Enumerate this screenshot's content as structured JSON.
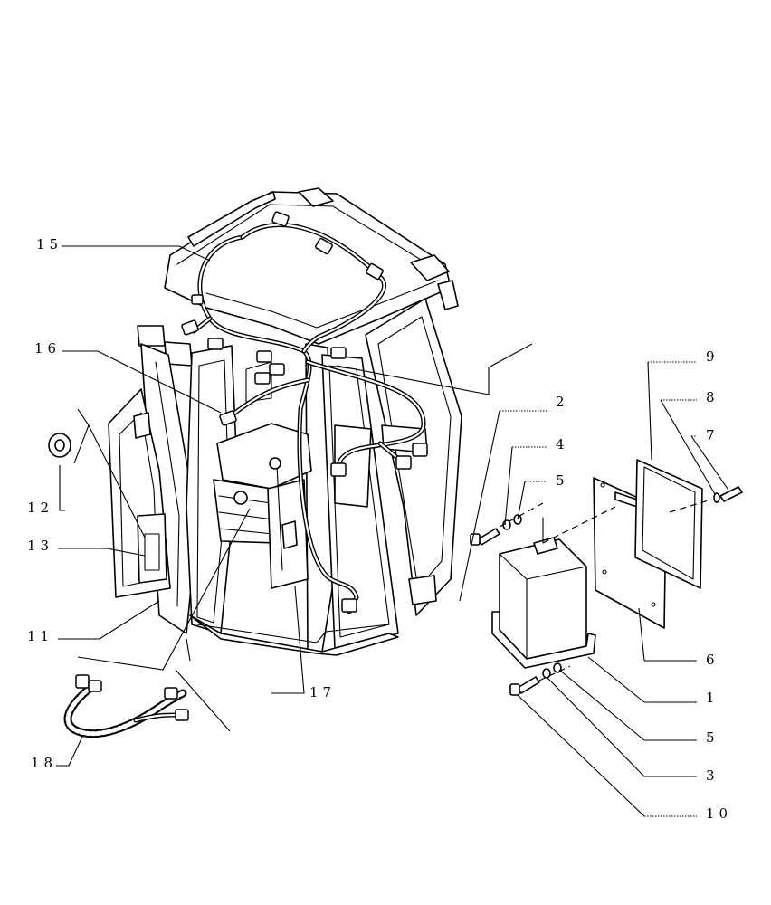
{
  "callouts": [
    {
      "id": "c1",
      "label": "1"
    },
    {
      "id": "c2",
      "label": "2"
    },
    {
      "id": "c3",
      "label": "3"
    },
    {
      "id": "c4",
      "label": "4"
    },
    {
      "id": "c5a",
      "label": "5"
    },
    {
      "id": "c5b",
      "label": "5"
    },
    {
      "id": "c6",
      "label": "6"
    },
    {
      "id": "c7",
      "label": "7"
    },
    {
      "id": "c8",
      "label": "8"
    },
    {
      "id": "c9",
      "label": "9"
    },
    {
      "id": "c10",
      "label": "10"
    },
    {
      "id": "c11",
      "label": "11"
    },
    {
      "id": "c12",
      "label": "12"
    },
    {
      "id": "c13",
      "label": "13"
    },
    {
      "id": "c15",
      "label": "15"
    },
    {
      "id": "c16",
      "label": "16"
    },
    {
      "id": "c17",
      "label": "17"
    },
    {
      "id": "c18",
      "label": "18"
    }
  ]
}
